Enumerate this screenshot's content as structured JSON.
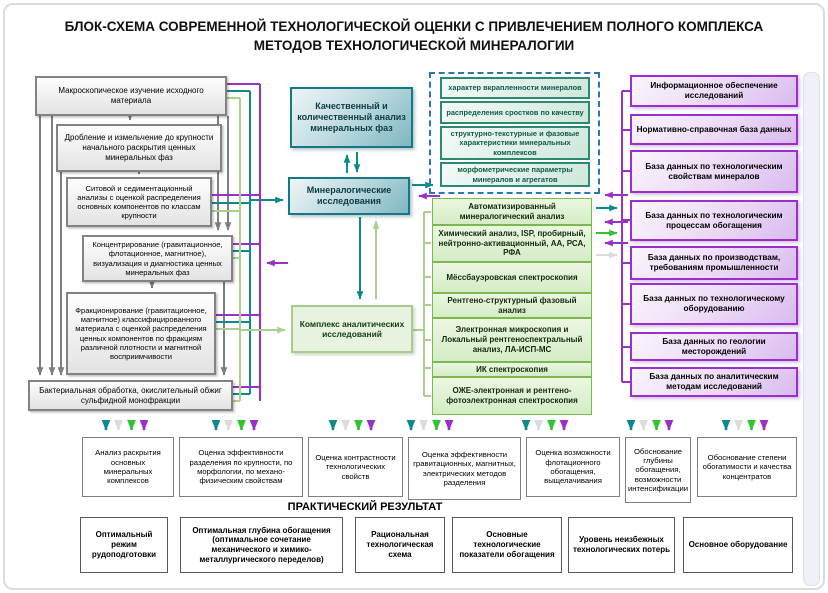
{
  "title": "БЛОК-СХЕМА СОВРЕМЕННОЙ ТЕХНОЛОГИЧЕСКОЙ ОЦЕНКИ С ПРИВЛЕЧЕНИЕМ ПОЛНОГО КОМПЛЕКСА МЕТОДОВ ТЕХНОЛОГИЧЕСКОЙ МИНЕРАЛОГИИ",
  "left_column": [
    "Макроскопическое изучение исходного материала",
    "Дробление и измельчение до крупности начального раскрытия ценных минеральных фаз",
    "Ситовой и седиментационный анализы с оценкой распределения основных компонентов по классам крупности",
    "Концентрирование (гравитационное, флотационное, магнитное), визуализация и диагностика ценных минеральных фаз",
    "Фракционирование (гравитационное, магнитное) классифицированного материала с оценкой распределения ценных компонентов по фракциям различной плотности и магнитной восприимчивости",
    "Бактериальная обработка, окислительный обжиг сульфидной монофракции"
  ],
  "middle": [
    "Качественный и количественный анализ минеральных фаз",
    "Минералогические исследования",
    "Комплекс аналитических исследований"
  ],
  "characteristics": [
    "характер вкрапленности минералов",
    "распределения сростков по качеству",
    "структурно-текстурные и фазовые характеристики минеральных комплексов",
    "морфометрические параметры минералов и агрегатов"
  ],
  "methods": [
    "Автоматизированный минералогический анализ",
    "Химический анализ, ISP, пробирный, нейтронно-активационный, АА, РСА, РФА",
    "Мёссбауэровская спектроскопия",
    "Рентгено-структурный фазовый анализ",
    "Электронная микроскопия и Локальный рентгеноспектральный анализ, ЛА-ИСП-МС",
    "ИК спектроскопия",
    "ОЖЕ-электронная и рентгено-фотоэлектронная спектроскопия"
  ],
  "databases": [
    "Информационное обеспечение исследований",
    "Нормативно-справочная база данных",
    "База данных по технологическим свойствам минералов",
    "База данных по технологическим процессам обогащения",
    "База данных по производствам, требованиям промышленности",
    "База данных по технологическому оборудованию",
    "База данных по геологии месторождений",
    "База данных по аналитическим методам исследований"
  ],
  "evaluation": [
    "Анализ раскрытия основных минеральных комплексов",
    "Оценка эффективности разделения по крупности, по морфологии, по механо-физическим свойствам",
    "Оценка контрастности технологических свойств",
    "Оценка эффективности гравитационных, магнитных, электрических методов разделения",
    "Оценка возможности флотационного обогащения, выщелачивания",
    "Обоснование глубины обогащения, возможности интенсификации",
    "Обоснование степени обогатимости и качества концентратов"
  ],
  "practical_result_heading": "ПРАКТИЧЕСКИЙ РЕЗУЛЬТАТ",
  "results": [
    "Оптимальный режим рудоподготовки",
    "Оптимальная глубина обогащения (оптимальное сочетание механического и химико-металлургического переделов)",
    "Рациональная технологическая схема",
    "Основные технологические показатели обогащения",
    "Уровень неизбежных технологических потерь",
    "Основное оборудование"
  ],
  "colors": {
    "purple": "#9b30c9",
    "teal": "#0e8a8d",
    "green": "#2fc52f",
    "pale_green": "#a9d18e",
    "gray": "#7f7f7f",
    "light_gray": "#dcdcdc",
    "dashed_blue": "#2e75b6"
  }
}
